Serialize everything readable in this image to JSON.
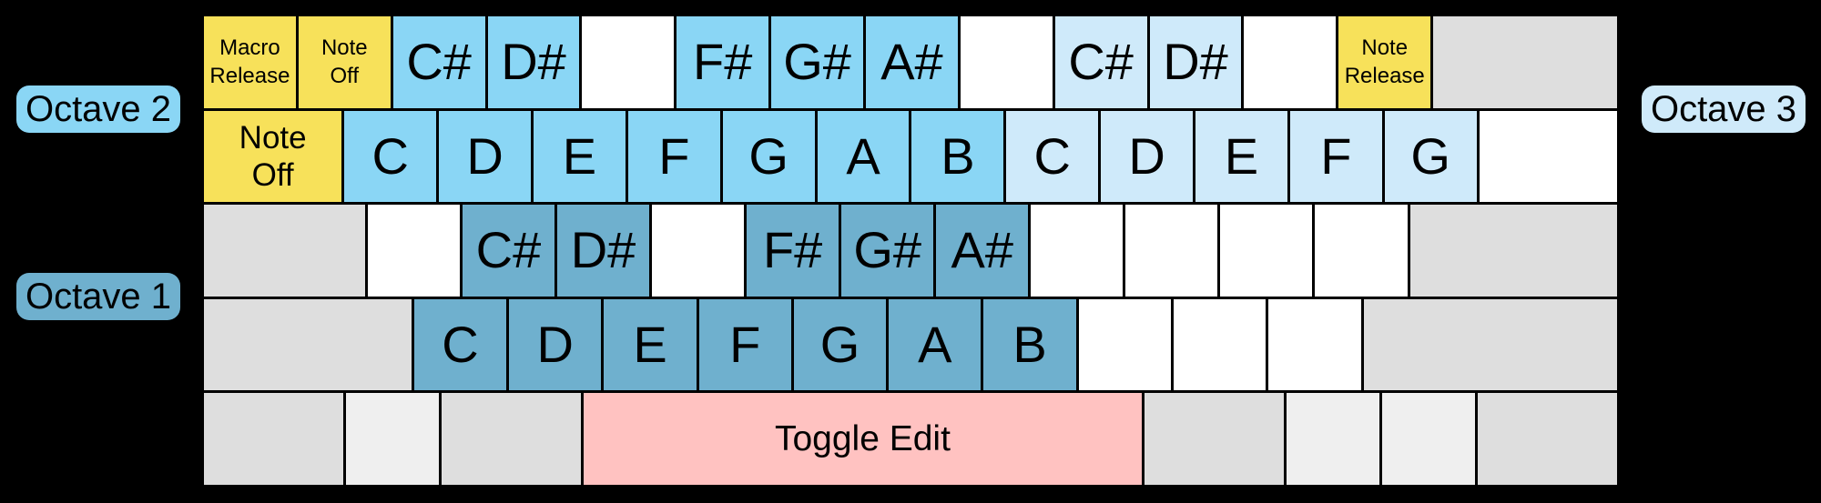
{
  "colors": {
    "background": "#000000",
    "border": "#000000",
    "text": "#000000",
    "octave1_blue": "#6fb0ce",
    "octave2_blue": "#8ad6f5",
    "octave3_blue": "#cfeafa",
    "special_yellow": "#f7e15a",
    "toggle_pink": "#ffc2c1",
    "mod_gray": "#dedede",
    "mod_gray_light": "#efefef",
    "key_white": "#ffffff"
  },
  "octave_labels": {
    "octave1": "Octave 1",
    "octave2": "Octave 2",
    "octave3": "Octave 3"
  },
  "keyboard": {
    "rows": [
      {
        "keys": [
          {
            "label": "Macro\nRelease",
            "color": "yellow",
            "units": 1,
            "size": "small",
            "name": "key-macro-release"
          },
          {
            "label": "Note\nOff",
            "color": "yellow",
            "units": 1,
            "size": "small",
            "name": "key-note-off-number-row"
          },
          {
            "label": "C#",
            "color": "octave2",
            "units": 1,
            "size": "note",
            "name": "key-c-sharp-octave2"
          },
          {
            "label": "D#",
            "color": "octave2",
            "units": 1,
            "size": "note",
            "name": "key-d-sharp-octave2"
          },
          {
            "label": "",
            "color": "white",
            "units": 1,
            "size": "note",
            "name": "key-blank-r1-a"
          },
          {
            "label": "F#",
            "color": "octave2",
            "units": 1,
            "size": "note",
            "name": "key-f-sharp-octave2"
          },
          {
            "label": "G#",
            "color": "octave2",
            "units": 1,
            "size": "note",
            "name": "key-g-sharp-octave2"
          },
          {
            "label": "A#",
            "color": "octave2",
            "units": 1,
            "size": "note",
            "name": "key-a-sharp-octave2"
          },
          {
            "label": "",
            "color": "white",
            "units": 1,
            "size": "note",
            "name": "key-blank-r1-b"
          },
          {
            "label": "C#",
            "color": "octave3",
            "units": 1,
            "size": "note",
            "name": "key-c-sharp-octave3"
          },
          {
            "label": "D#",
            "color": "octave3",
            "units": 1,
            "size": "note",
            "name": "key-d-sharp-octave3"
          },
          {
            "label": "",
            "color": "white",
            "units": 1,
            "size": "note",
            "name": "key-blank-r1-c"
          },
          {
            "label": "Note\nRelease",
            "color": "yellow",
            "units": 1,
            "size": "small",
            "name": "key-note-release"
          },
          {
            "label": "",
            "color": "gray",
            "units": 2,
            "size": "note",
            "name": "key-gray-r1-end"
          }
        ]
      },
      {
        "keys": [
          {
            "label": "Note\nOff",
            "color": "yellow",
            "units": 1.5,
            "size": "medium",
            "name": "key-note-off-tab"
          },
          {
            "label": "C",
            "color": "octave2",
            "units": 1,
            "size": "note",
            "name": "key-c-octave2"
          },
          {
            "label": "D",
            "color": "octave2",
            "units": 1,
            "size": "note",
            "name": "key-d-octave2"
          },
          {
            "label": "E",
            "color": "octave2",
            "units": 1,
            "size": "note",
            "name": "key-e-octave2"
          },
          {
            "label": "F",
            "color": "octave2",
            "units": 1,
            "size": "note",
            "name": "key-f-octave2"
          },
          {
            "label": "G",
            "color": "octave2",
            "units": 1,
            "size": "note",
            "name": "key-g-octave2"
          },
          {
            "label": "A",
            "color": "octave2",
            "units": 1,
            "size": "note",
            "name": "key-a-octave2"
          },
          {
            "label": "B",
            "color": "octave2",
            "units": 1,
            "size": "note",
            "name": "key-b-octave2"
          },
          {
            "label": "C",
            "color": "octave3",
            "units": 1,
            "size": "note",
            "name": "key-c-octave3"
          },
          {
            "label": "D",
            "color": "octave3",
            "units": 1,
            "size": "note",
            "name": "key-d-octave3"
          },
          {
            "label": "E",
            "color": "octave3",
            "units": 1,
            "size": "note",
            "name": "key-e-octave3"
          },
          {
            "label": "F",
            "color": "octave3",
            "units": 1,
            "size": "note",
            "name": "key-f-octave3"
          },
          {
            "label": "G",
            "color": "octave3",
            "units": 1,
            "size": "note",
            "name": "key-g-octave3"
          },
          {
            "label": "",
            "color": "white",
            "units": 1.5,
            "size": "note",
            "name": "key-blank-r2-end"
          }
        ]
      },
      {
        "keys": [
          {
            "label": "",
            "color": "gray",
            "units": 1.75,
            "size": "note",
            "name": "key-gray-r3-start"
          },
          {
            "label": "",
            "color": "white",
            "units": 1,
            "size": "note",
            "name": "key-blank-r3-a"
          },
          {
            "label": "C#",
            "color": "octave1",
            "units": 1,
            "size": "note",
            "name": "key-c-sharp-octave1"
          },
          {
            "label": "D#",
            "color": "octave1",
            "units": 1,
            "size": "note",
            "name": "key-d-sharp-octave1"
          },
          {
            "label": "",
            "color": "white",
            "units": 1,
            "size": "note",
            "name": "key-blank-r3-b"
          },
          {
            "label": "F#",
            "color": "octave1",
            "units": 1,
            "size": "note",
            "name": "key-f-sharp-octave1"
          },
          {
            "label": "G#",
            "color": "octave1",
            "units": 1,
            "size": "note",
            "name": "key-g-sharp-octave1"
          },
          {
            "label": "A#",
            "color": "octave1",
            "units": 1,
            "size": "note",
            "name": "key-a-sharp-octave1"
          },
          {
            "label": "",
            "color": "white",
            "units": 1,
            "size": "note",
            "name": "key-blank-r3-c"
          },
          {
            "label": "",
            "color": "white",
            "units": 1,
            "size": "note",
            "name": "key-blank-r3-d"
          },
          {
            "label": "",
            "color": "white",
            "units": 1,
            "size": "note",
            "name": "key-blank-r3-e"
          },
          {
            "label": "",
            "color": "white",
            "units": 1,
            "size": "note",
            "name": "key-blank-r3-f"
          },
          {
            "label": "",
            "color": "gray",
            "units": 2.25,
            "size": "note",
            "name": "key-gray-r3-end"
          }
        ]
      },
      {
        "keys": [
          {
            "label": "",
            "color": "gray",
            "units": 2.25,
            "size": "note",
            "name": "key-gray-r4-start"
          },
          {
            "label": "C",
            "color": "octave1",
            "units": 1,
            "size": "note",
            "name": "key-c-octave1"
          },
          {
            "label": "D",
            "color": "octave1",
            "units": 1,
            "size": "note",
            "name": "key-d-octave1"
          },
          {
            "label": "E",
            "color": "octave1",
            "units": 1,
            "size": "note",
            "name": "key-e-octave1"
          },
          {
            "label": "F",
            "color": "octave1",
            "units": 1,
            "size": "note",
            "name": "key-f-octave1"
          },
          {
            "label": "G",
            "color": "octave1",
            "units": 1,
            "size": "note",
            "name": "key-g-octave1"
          },
          {
            "label": "A",
            "color": "octave1",
            "units": 1,
            "size": "note",
            "name": "key-a-octave1"
          },
          {
            "label": "B",
            "color": "octave1",
            "units": 1,
            "size": "note",
            "name": "key-b-octave1"
          },
          {
            "label": "",
            "color": "white",
            "units": 1,
            "size": "note",
            "name": "key-blank-r4-a"
          },
          {
            "label": "",
            "color": "white",
            "units": 1,
            "size": "note",
            "name": "key-blank-r4-b"
          },
          {
            "label": "",
            "color": "white",
            "units": 1,
            "size": "note",
            "name": "key-blank-r4-c"
          },
          {
            "label": "",
            "color": "gray",
            "units": 2.75,
            "size": "note",
            "name": "key-gray-r4-end"
          }
        ]
      },
      {
        "keys": [
          {
            "label": "",
            "color": "gray",
            "units": 1.5,
            "size": "note",
            "name": "key-gray-r5-a"
          },
          {
            "label": "",
            "color": "graylight",
            "units": 1,
            "size": "note",
            "name": "key-lightgray-r5-a"
          },
          {
            "label": "",
            "color": "gray",
            "units": 1.5,
            "size": "note",
            "name": "key-gray-r5-b"
          },
          {
            "label": "Toggle Edit",
            "color": "pink",
            "units": 6,
            "size": "large",
            "name": "key-space-toggle-edit"
          },
          {
            "label": "",
            "color": "gray",
            "units": 1.5,
            "size": "note",
            "name": "key-gray-r5-c"
          },
          {
            "label": "",
            "color": "graylight",
            "units": 1,
            "size": "note",
            "name": "key-lightgray-r5-b"
          },
          {
            "label": "",
            "color": "graylight",
            "units": 1,
            "size": "note",
            "name": "key-lightgray-r5-c"
          },
          {
            "label": "",
            "color": "gray",
            "units": 1.5,
            "size": "note",
            "name": "key-gray-r5-d"
          }
        ]
      }
    ]
  }
}
